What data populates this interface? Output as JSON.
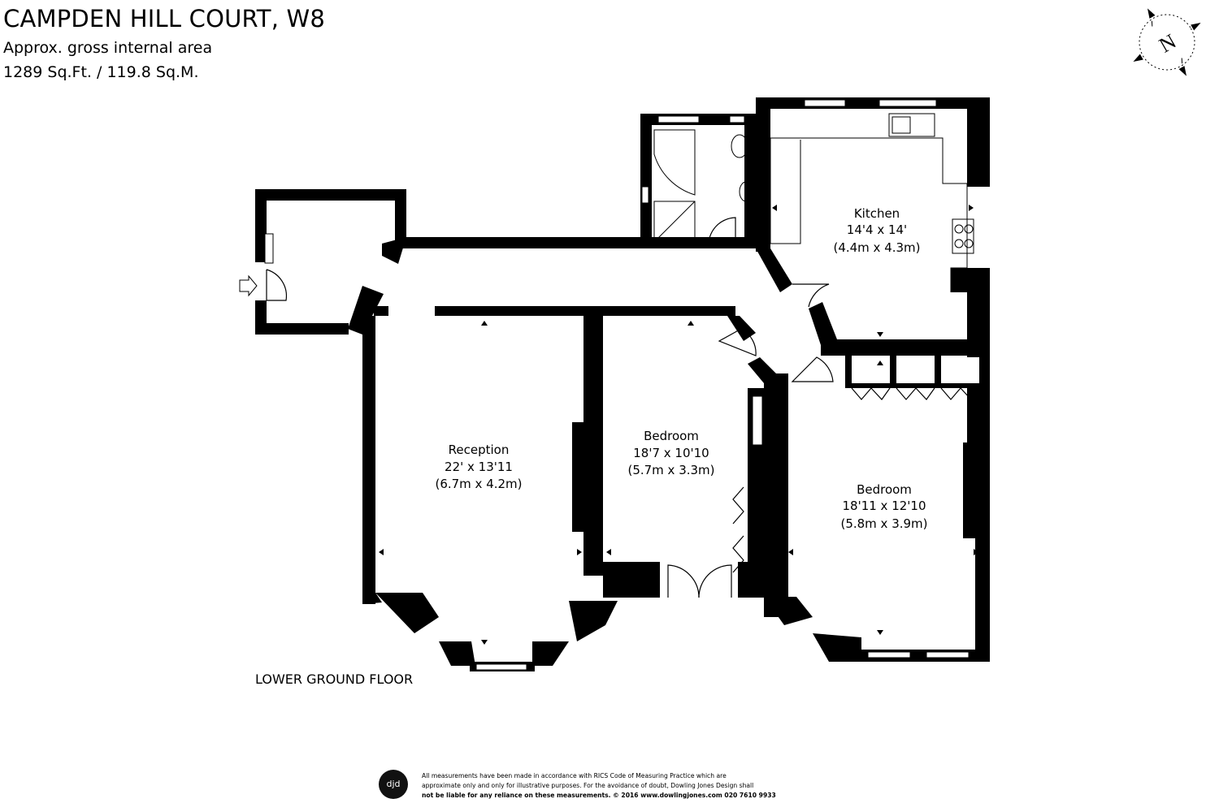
{
  "header": {
    "title": "CAMPDEN HILL COURT, W8",
    "area_label": "Approx. gross internal area",
    "area_value": "1289 Sq.Ft. / 119.8 Sq.M."
  },
  "rooms": {
    "kitchen": {
      "name": "Kitchen",
      "dims_imperial": "14'4 x 14'",
      "dims_metric": "(4.4m x 4.3m)"
    },
    "reception": {
      "name": "Reception",
      "dims_imperial": "22' x 13'11",
      "dims_metric": "(6.7m x 4.2m)"
    },
    "bedroom1": {
      "name": "Bedroom",
      "dims_imperial": "18'7 x 10'10",
      "dims_metric": "(5.7m x 3.3m)"
    },
    "bedroom2": {
      "name": "Bedroom",
      "dims_imperial": "18'11 x 12'10",
      "dims_metric": "(5.8m x 3.9m)"
    }
  },
  "floor_label": "LOWER GROUND FLOOR",
  "compass": {
    "letter": "N"
  },
  "footer": {
    "logo_text": "djd",
    "line1": "All measurements have been made in accordance with RICS Code of Measuring Practice which are",
    "line2": "approximate only and only for illustrative purposes. For the avoidance of doubt, Dowling Jones Design shall",
    "line3_bold": "not be liable for any reliance on these measurements. © 2016 www.dowlingjones.com 020 7610 9933"
  },
  "colors": {
    "wall": "#000000",
    "background": "#ffffff"
  }
}
